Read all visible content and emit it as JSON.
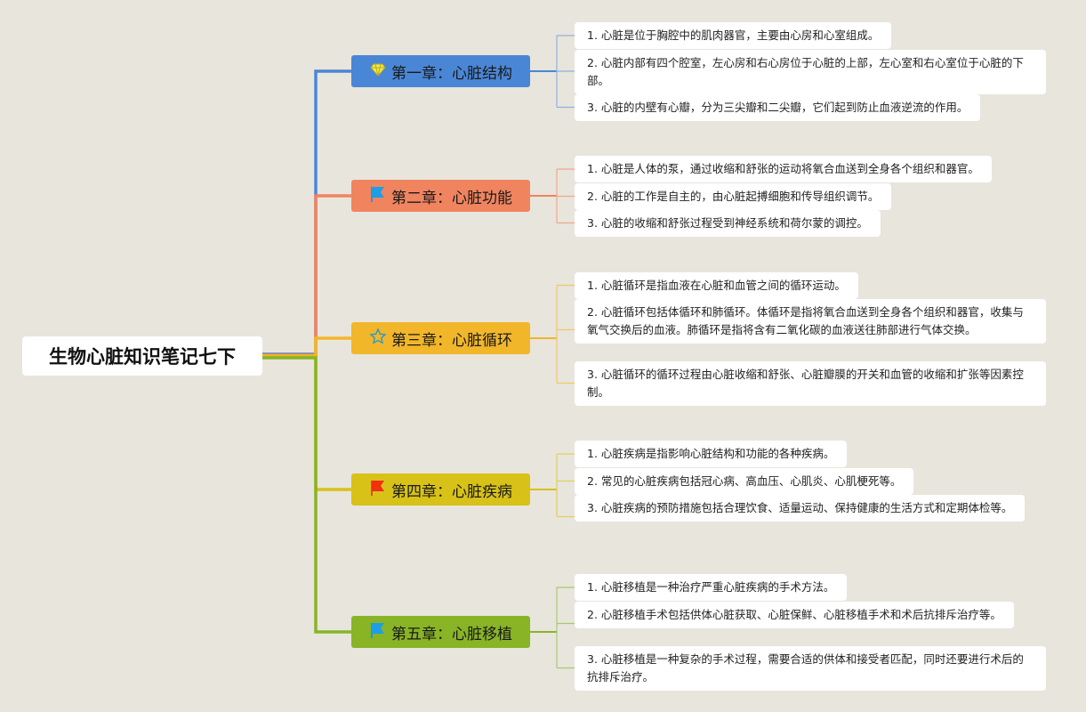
{
  "root": {
    "title": "生物心脏知识笔记七下"
  },
  "chapters": [
    {
      "title": "第一章：心脏结构",
      "icon": "diamond-icon",
      "color": "#4a86d6",
      "line": "#8fb0de",
      "items": [
        "1. 心脏是位于胸腔中的肌肉器官，主要由心房和心室组成。",
        "2. 心脏内部有四个腔室，左心房和右心房位于心脏的上部，左心室和右心室位于心脏的下部。",
        "3. 心脏的内壁有心瓣，分为三尖瓣和二尖瓣，它们起到防止血液逆流的作用。"
      ]
    },
    {
      "title": "第二章：心脏功能",
      "icon": "blue-flag-icon",
      "color": "#f0845f",
      "line": "#f0a88c",
      "items": [
        "1. 心脏是人体的泵，通过收缩和舒张的运动将氧合血送到全身各个组织和器官。",
        "2. 心脏的工作是自主的，由心脏起搏细胞和传导组织调节。",
        "3. 心脏的收缩和舒张过程受到神经系统和荷尔蒙的调控。"
      ]
    },
    {
      "title": "第三章：心脏循环",
      "icon": "star-icon",
      "color": "#f2b62a",
      "line": "#f0c865",
      "items": [
        "1. 心脏循环是指血液在心脏和血管之间的循环运动。",
        "2. 心脏循环包括体循环和肺循环。体循环是指将氧合血送到全身各个组织和器官，收集与氧气交换后的血液。肺循环是指将含有二氧化碳的血液送往肺部进行气体交换。",
        "3. 心脏循环的循环过程由心脏收缩和舒张、心脏瓣膜的开关和血管的收缩和扩张等因素控制。"
      ]
    },
    {
      "title": "第四章：心脏疾病",
      "icon": "red-flag-icon",
      "color": "#d8c218",
      "line": "#e0d060",
      "items": [
        "1. 心脏疾病是指影响心脏结构和功能的各种疾病。",
        "2. 常见的心脏疾病包括冠心病、高血压、心肌炎、心肌梗死等。",
        "3. 心脏疾病的预防措施包括合理饮食、适量运动、保持健康的生活方式和定期体检等。"
      ]
    },
    {
      "title": "第五章：心脏移植",
      "icon": "blue-flag-icon",
      "color": "#88b426",
      "line": "#a8c870",
      "items": [
        "1. 心脏移植是一种治疗严重心脏疾病的手术方法。",
        "2. 心脏移植手术包括供体心脏获取、心脏保鲜、心脏移植手术和术后抗排斥治疗等。",
        "3. 心脏移植是一种复杂的手术过程，需要合适的供体和接受者匹配，同时还要进行术后的抗排斥治疗。"
      ]
    }
  ]
}
